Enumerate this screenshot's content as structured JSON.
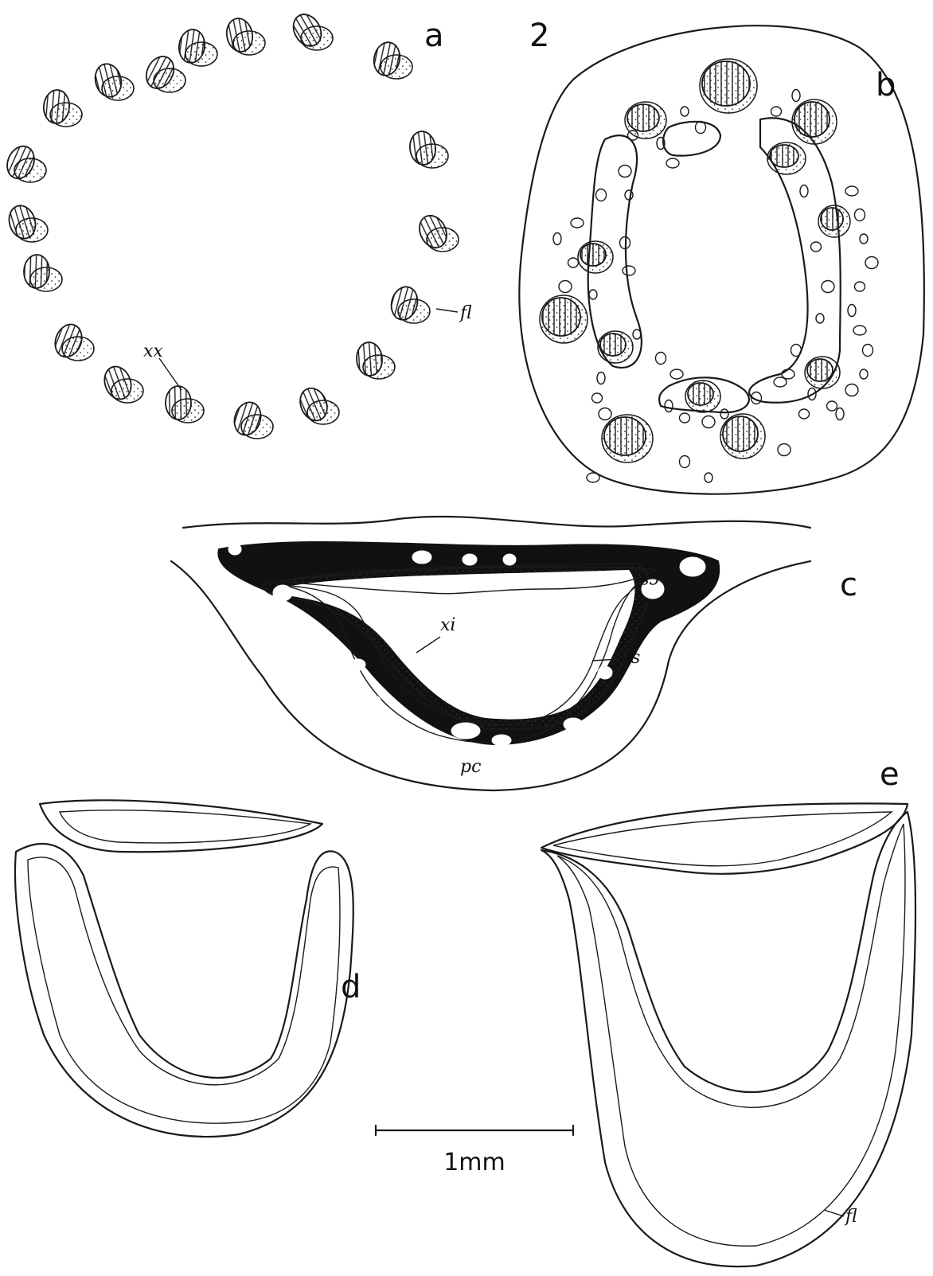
{
  "figure_number": "2",
  "panels": {
    "a": "a",
    "b": "b",
    "c": "c",
    "d": "d",
    "e": "e"
  },
  "annotations": {
    "a_phloem": "fl",
    "a_xylem": "xx",
    "c_sclerenchyma": "cs",
    "c_xylem": "xi",
    "c_endodermis": "es",
    "c_pericycle": "pc",
    "e_phloem": "fl"
  },
  "scale_bar": {
    "label": "1mm"
  },
  "colors": {
    "ink": "#1a1a1a",
    "paper": "#ffffff"
  }
}
